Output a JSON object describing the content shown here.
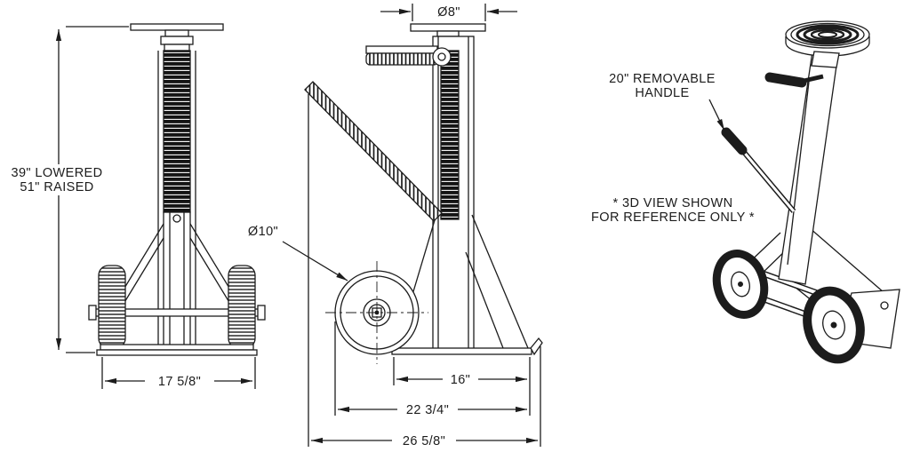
{
  "colors": {
    "line": "#1c1c1c",
    "background": "#ffffff"
  },
  "views": {
    "front": {
      "dim_height_line1": "39\" LOWERED",
      "dim_height_line2": "51\" RAISED",
      "dim_width": "17 5/8\""
    },
    "side": {
      "dim_top_diameter": "Ø8\"",
      "dim_wheel_diameter": "Ø10\"",
      "dim_base": "16\"",
      "dim_mid": "22 3/4\"",
      "dim_overall": "26 5/8\""
    },
    "iso": {
      "handle_label_line1": "20\" REMOVABLE",
      "handle_label_line2": "HANDLE",
      "note_line1": "* 3D VIEW SHOWN",
      "note_line2": "FOR REFERENCE ONLY *"
    }
  }
}
